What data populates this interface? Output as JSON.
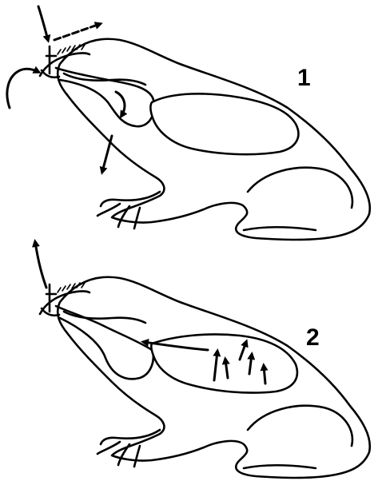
{
  "panels": [
    {
      "id": "inhale",
      "label": "1"
    },
    {
      "id": "exhale",
      "label": "2"
    }
  ],
  "colors": {
    "ink": "#000000",
    "paper": "#ffffff"
  }
}
